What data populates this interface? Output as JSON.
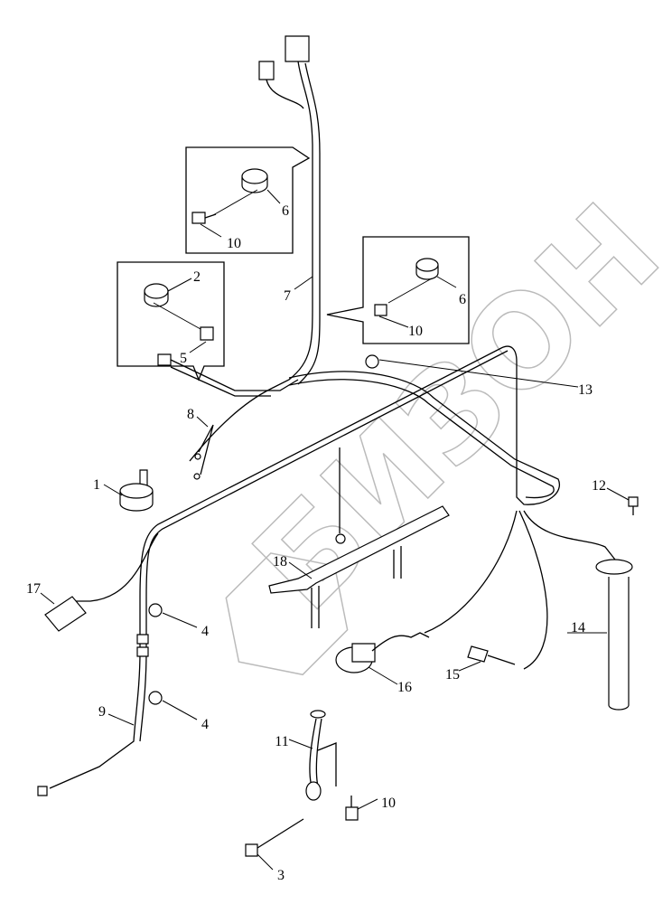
{
  "diagram": {
    "type": "exploded parts diagram - wiring harness",
    "watermark": "БИЗОН",
    "callouts": [
      {
        "id": "callout-1",
        "text": "1"
      },
      {
        "id": "callout-2",
        "text": "2"
      },
      {
        "id": "callout-3",
        "text": "3"
      },
      {
        "id": "callout-4a",
        "text": "4"
      },
      {
        "id": "callout-4b",
        "text": "4"
      },
      {
        "id": "callout-5",
        "text": "5"
      },
      {
        "id": "callout-6a",
        "text": "6"
      },
      {
        "id": "callout-6b",
        "text": "6"
      },
      {
        "id": "callout-7",
        "text": "7"
      },
      {
        "id": "callout-8",
        "text": "8"
      },
      {
        "id": "callout-9",
        "text": "9"
      },
      {
        "id": "callout-10a",
        "text": "10"
      },
      {
        "id": "callout-10b",
        "text": "10"
      },
      {
        "id": "callout-10c",
        "text": "10"
      },
      {
        "id": "callout-11",
        "text": "11"
      },
      {
        "id": "callout-12",
        "text": "12"
      },
      {
        "id": "callout-13",
        "text": "13"
      },
      {
        "id": "callout-14",
        "text": "14"
      },
      {
        "id": "callout-15",
        "text": "15"
      },
      {
        "id": "callout-16",
        "text": "16"
      },
      {
        "id": "callout-17",
        "text": "17"
      },
      {
        "id": "callout-18",
        "text": "18"
      }
    ]
  }
}
